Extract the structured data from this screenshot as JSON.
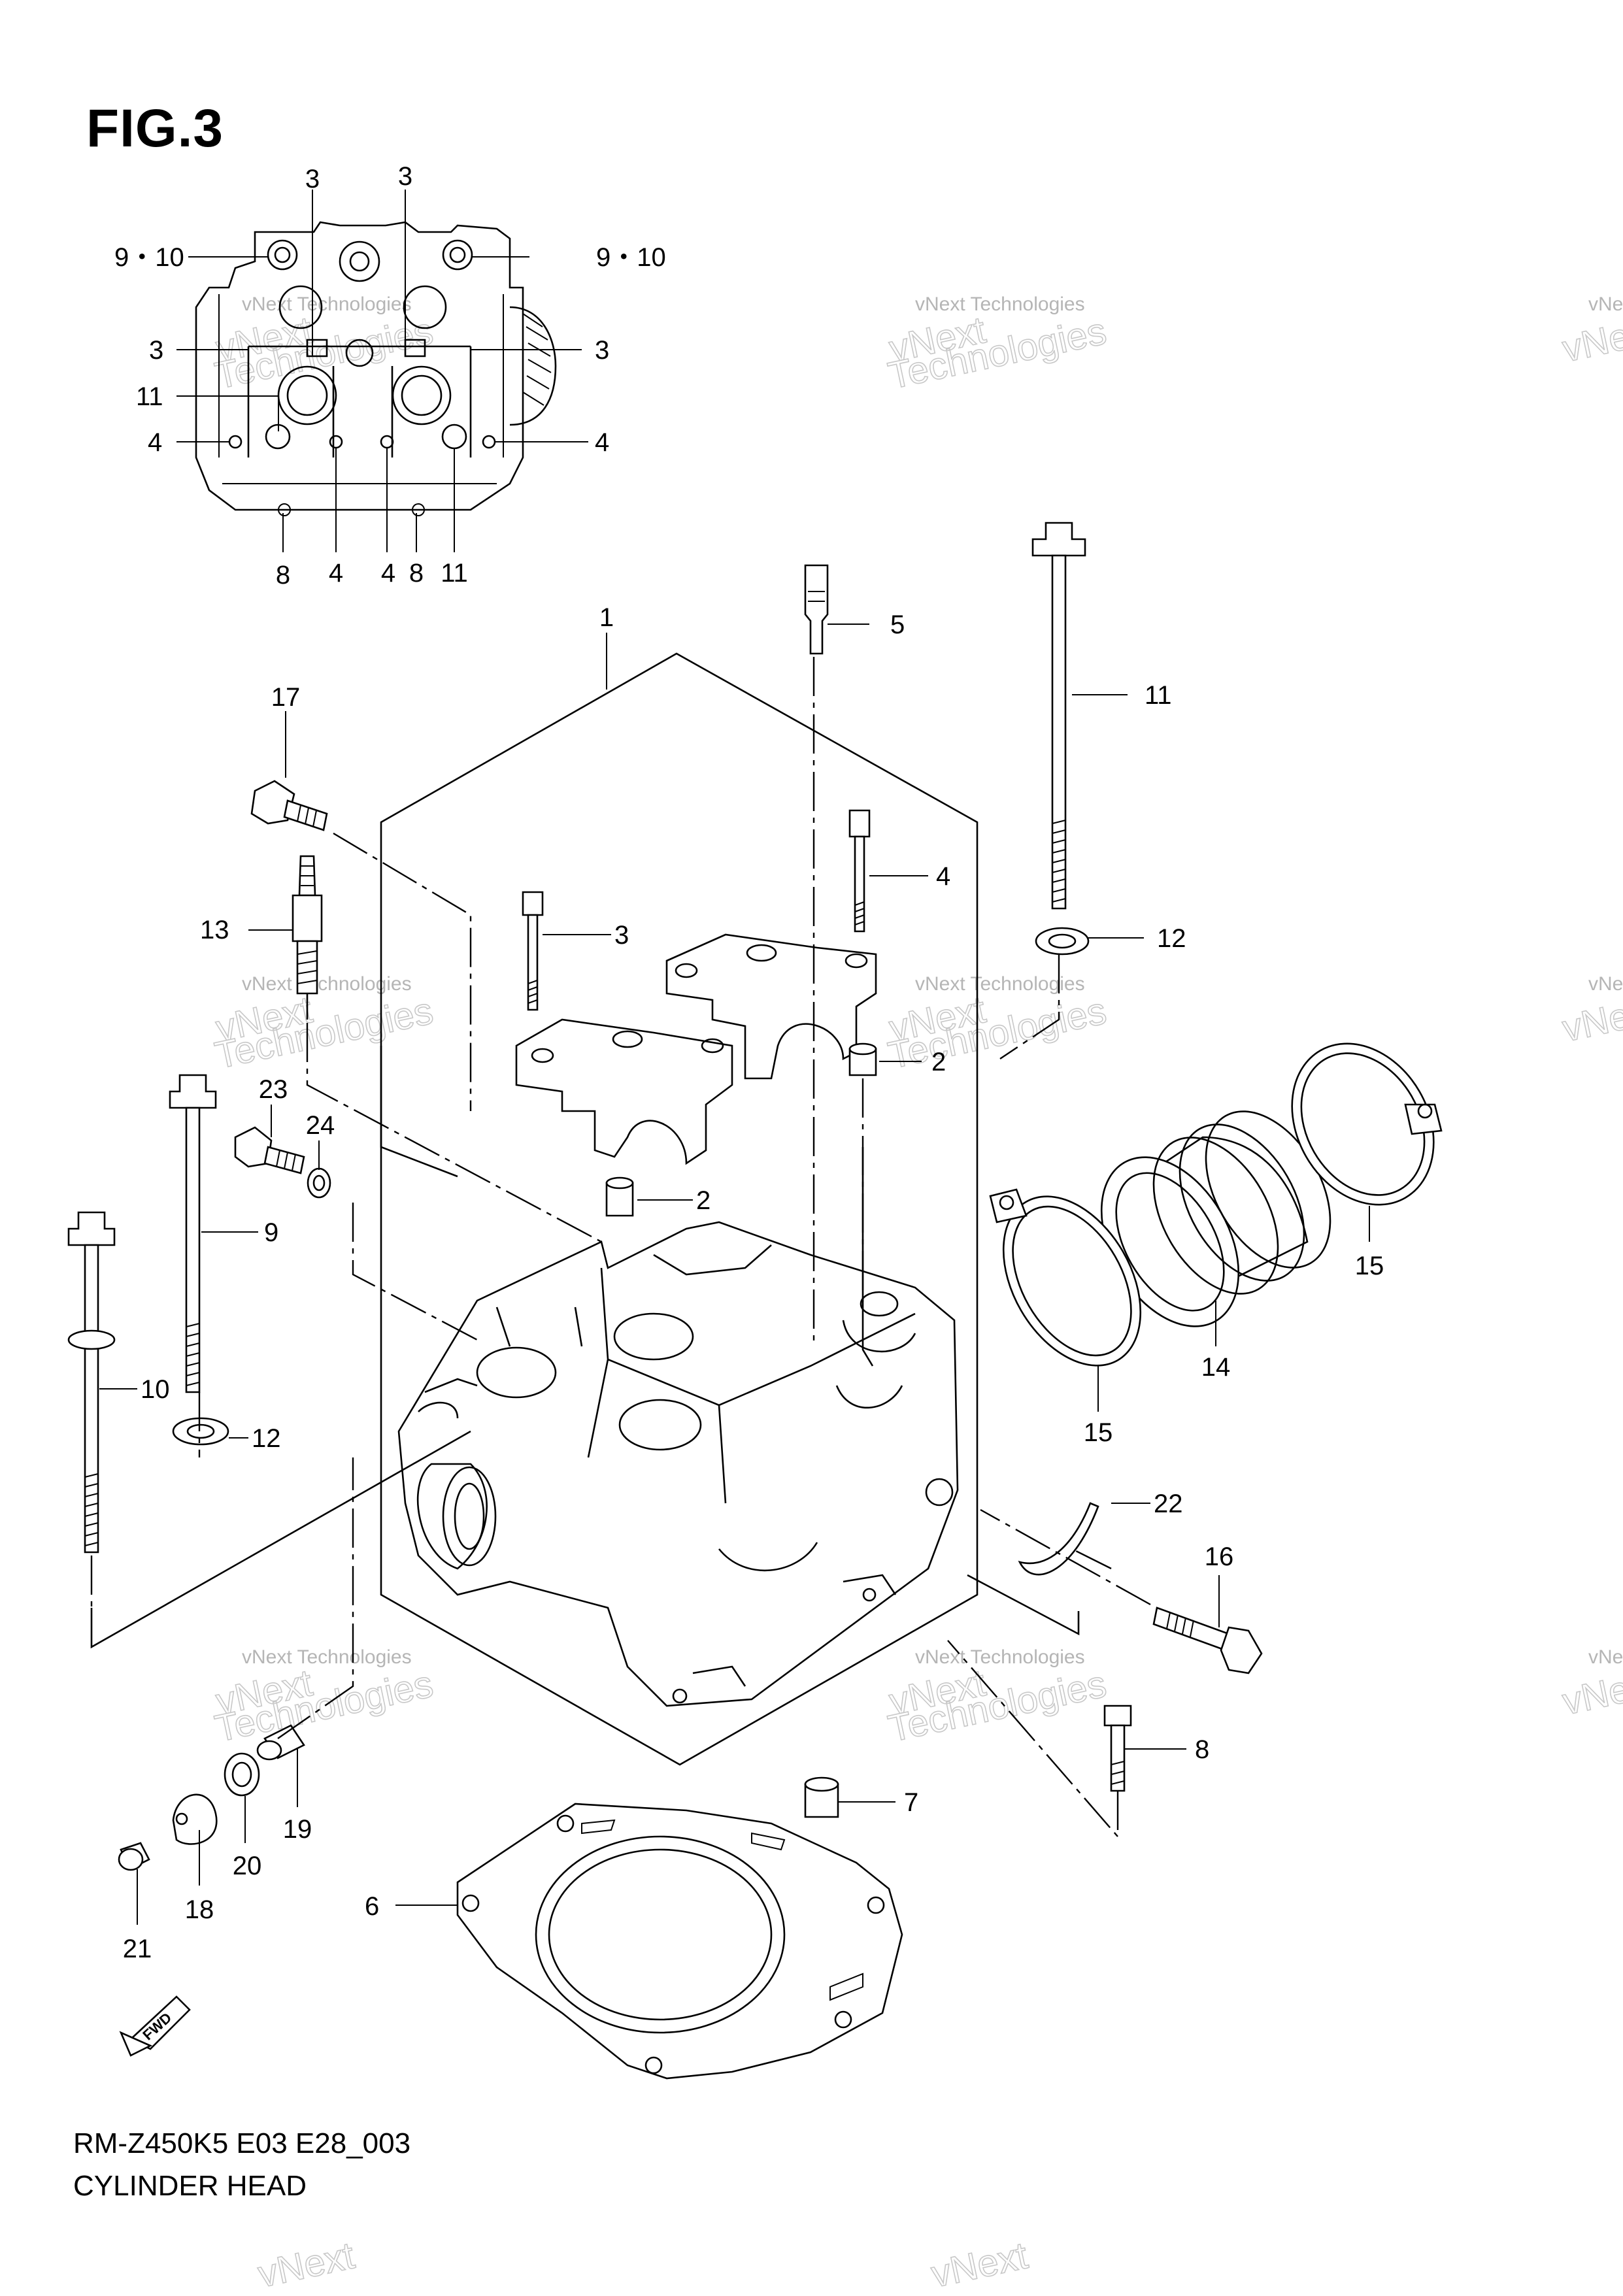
{
  "figure": {
    "title": "FIG.3",
    "model_code": "RM-Z450K5 E03 E28_003",
    "diagram_name": "CYLINDER HEAD",
    "fwd_label": "FWD"
  },
  "watermark": {
    "line1": "vNext Technologies",
    "line2": "vNext",
    "line3": "Technologies"
  },
  "callouts": {
    "inset": [
      "3",
      "3",
      "9・10",
      "9・10",
      "3",
      "3",
      "11",
      "4",
      "4",
      "8",
      "4",
      "4",
      "8",
      "11"
    ],
    "main": [
      "1",
      "2",
      "2",
      "3",
      "4",
      "5",
      "6",
      "7",
      "8",
      "9",
      "10",
      "11",
      "12",
      "12",
      "13",
      "14",
      "15",
      "15",
      "16",
      "17",
      "18",
      "19",
      "20",
      "21",
      "22",
      "23",
      "24"
    ]
  }
}
